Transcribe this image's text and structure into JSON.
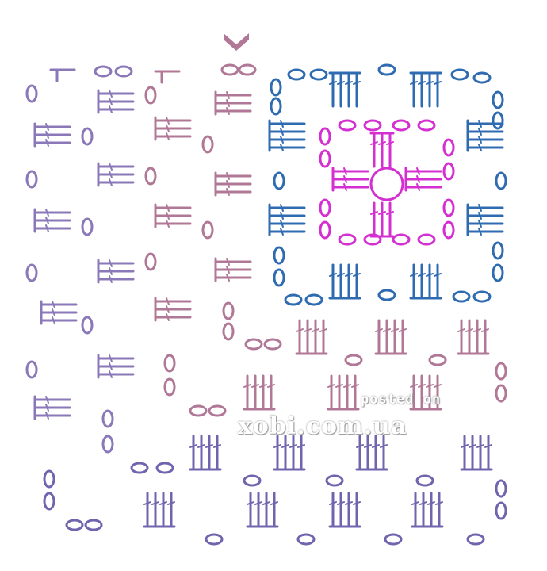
{
  "diagram": {
    "type": "crochet-chart",
    "watermark": {
      "line1": "posted on",
      "line2": "xobi.com.ua"
    },
    "colors": {
      "center_round": "#d42fd0",
      "blue_round": "#2f6bb0",
      "lavender": "#8b78b8",
      "mauve": "#b07896",
      "purple": "#6f64ad",
      "start_marker": "#b07896"
    },
    "symbols": {
      "chain": "oval",
      "double_crochet": "tall-stitch",
      "magic_ring": "circle"
    }
  }
}
